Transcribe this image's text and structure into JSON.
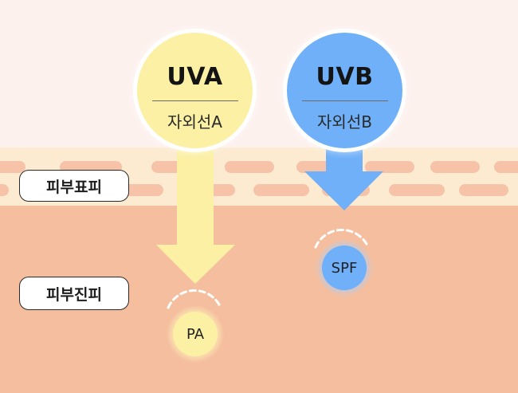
{
  "layers": {
    "epidermis_label": "피부표피",
    "dermis_label": "피부진피"
  },
  "uva": {
    "title": "UVA",
    "subtitle": "자외선A",
    "protection_label": "PA",
    "color": "#fbf0a4"
  },
  "uvb": {
    "title": "UVB",
    "subtitle": "자외선B",
    "protection_label": "SPF",
    "color": "#6fb0f8"
  },
  "colors": {
    "background": "#fdf1ee",
    "epidermis": "#fcebd0",
    "epidermis_cells": "#f6c3a9",
    "dermis": "#f5bf9f"
  }
}
